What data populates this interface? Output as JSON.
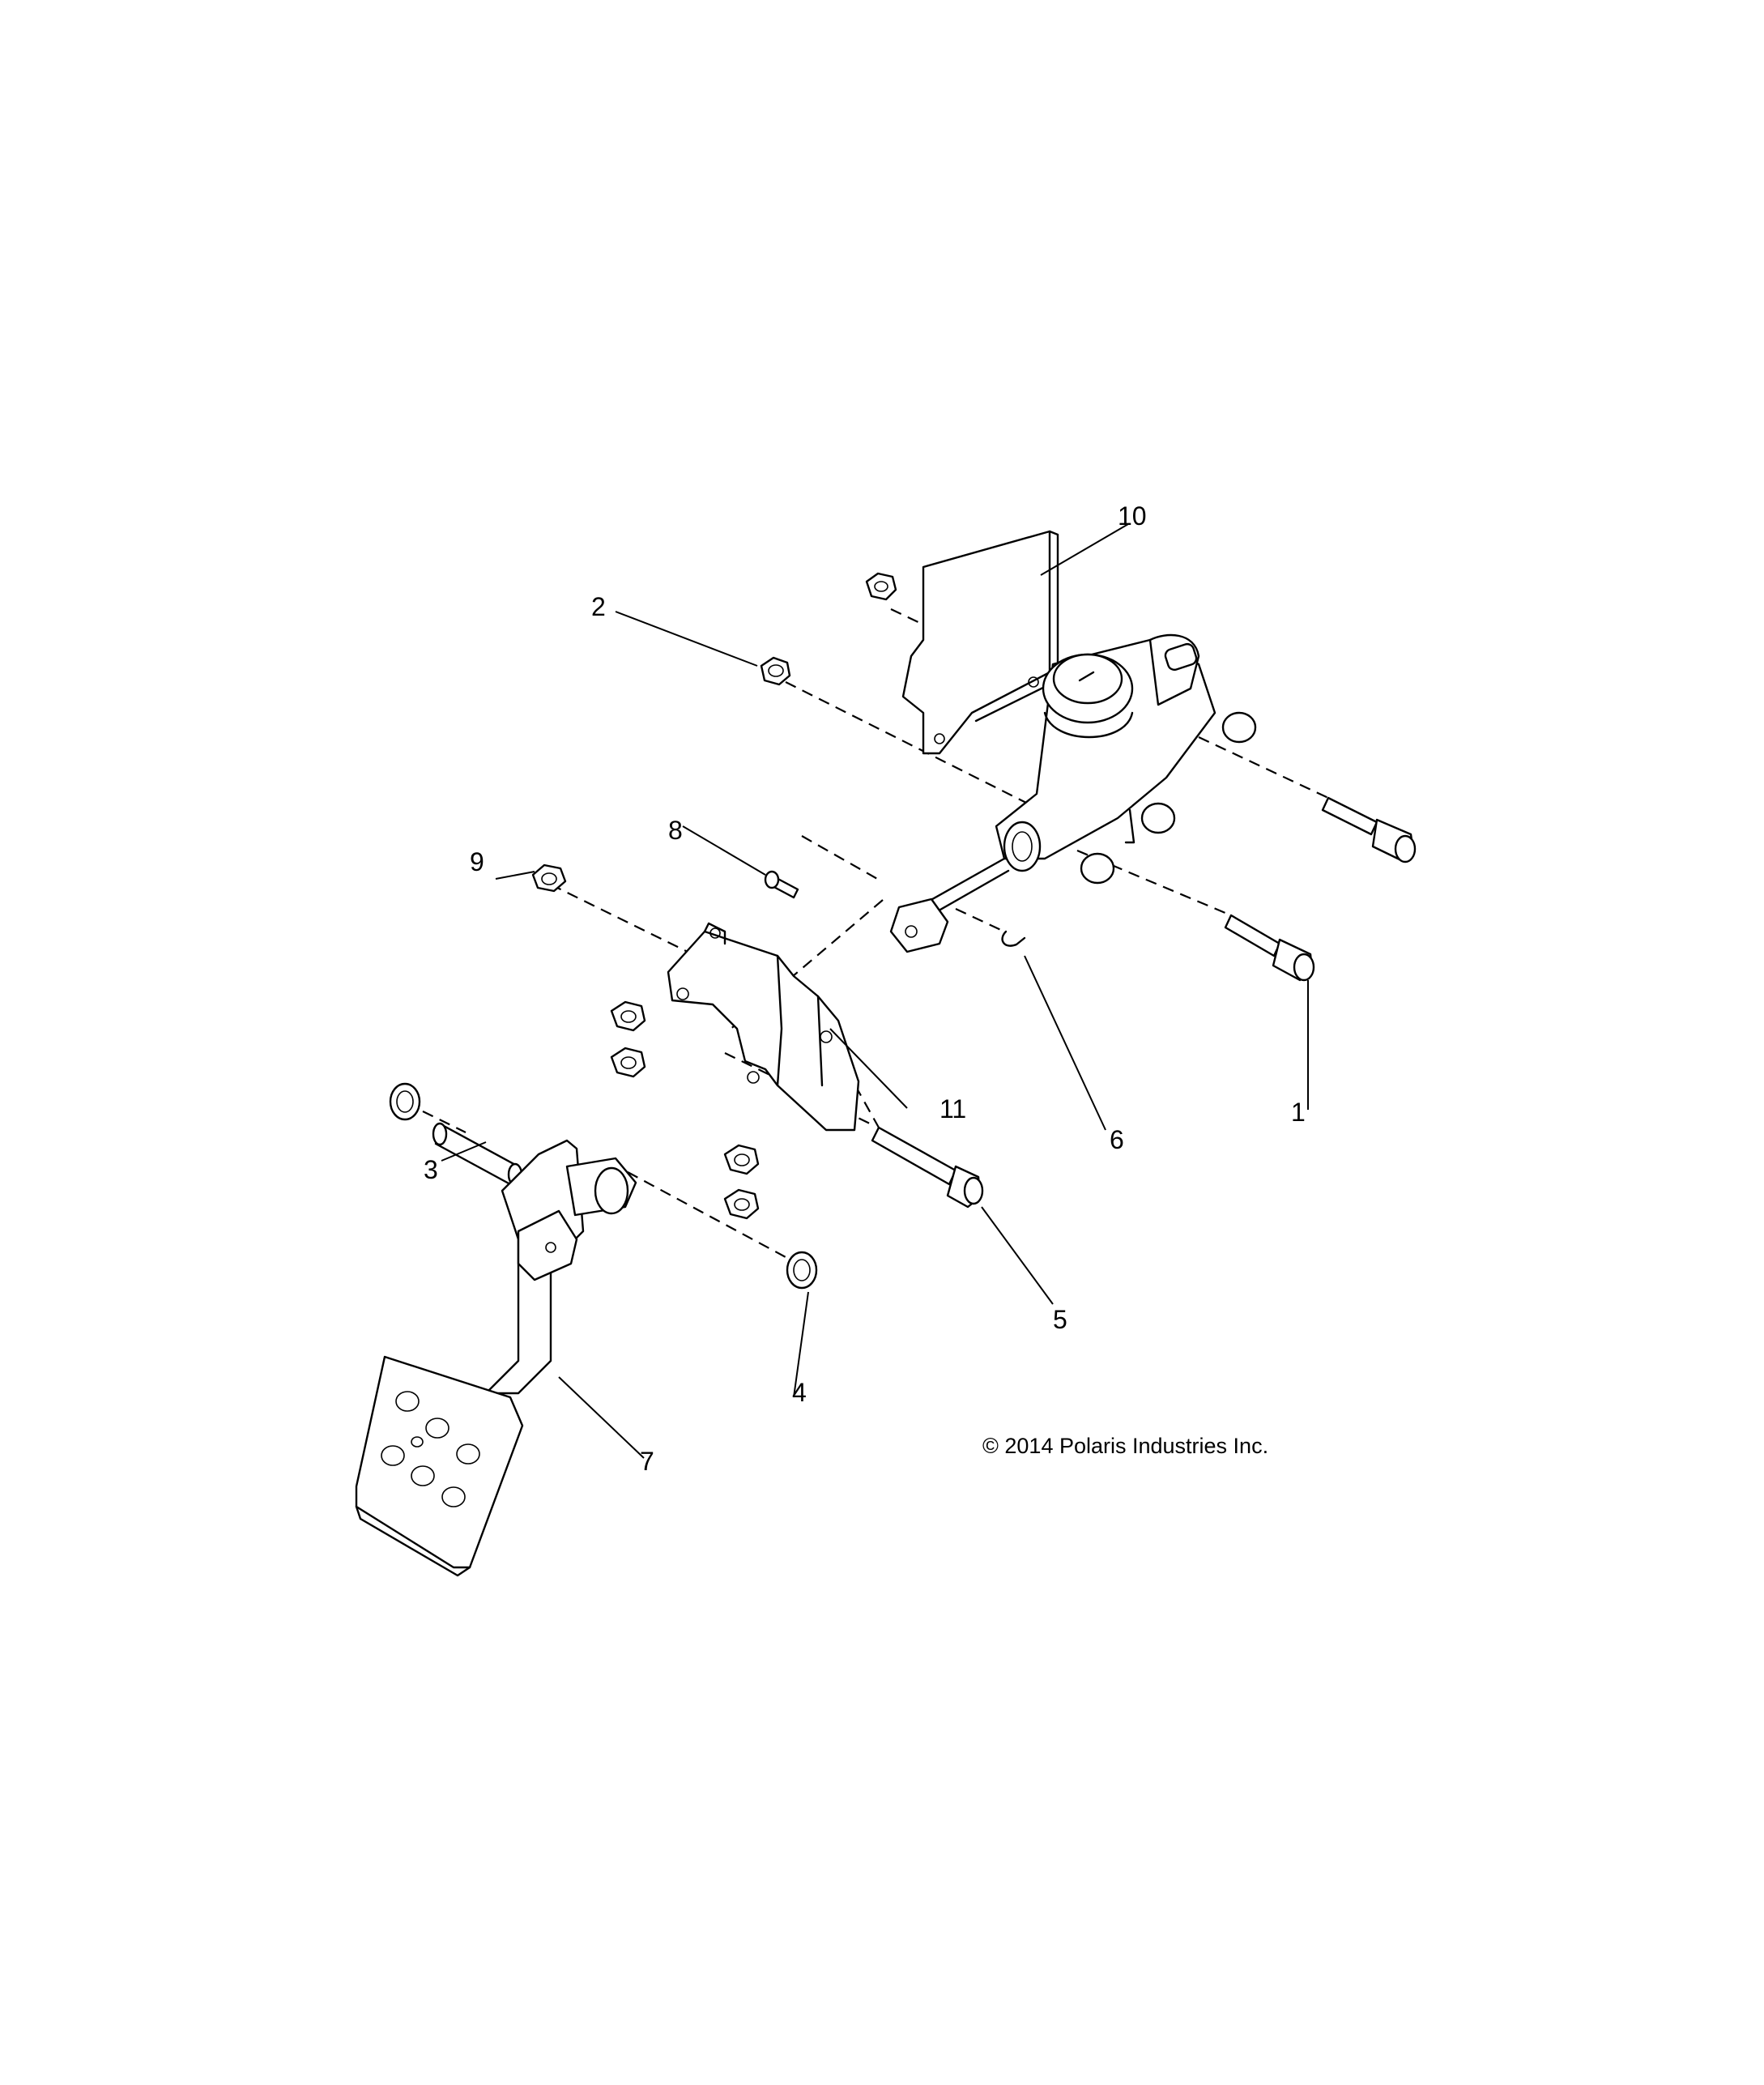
{
  "callouts": {
    "c1": "1",
    "c2": "2",
    "c3": "3",
    "c4": "4",
    "c5": "5",
    "c6": "6",
    "c7": "7",
    "c8": "8",
    "c9": "9",
    "c10": "10",
    "c11": "11"
  },
  "copyright": "© 2014 Polaris Industries Inc."
}
